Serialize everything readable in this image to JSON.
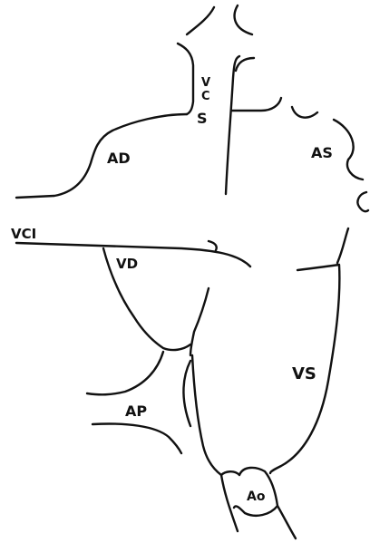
{
  "labels": {
    "vcs_v": "V",
    "vcs_c": "C",
    "vcs_s": "S",
    "right_atrium": "AD",
    "left_atrium": "AS",
    "ivc": "VCI",
    "right_ventricle": "VD",
    "left_ventricle": "VS",
    "pulmonary_artery": "AP",
    "aorta": "Ao"
  },
  "colors": {
    "ink": "#111111",
    "paper": "#ffffff"
  }
}
